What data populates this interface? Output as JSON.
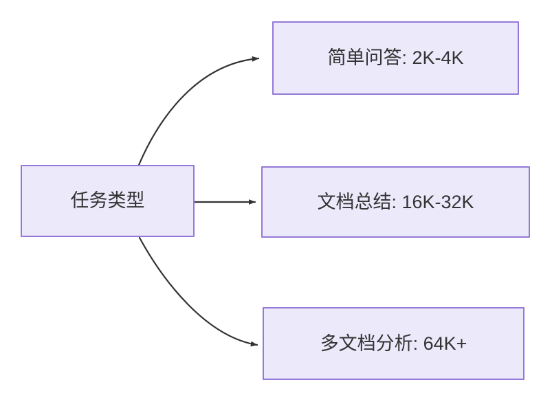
{
  "diagram": {
    "type": "flowchart",
    "direction": "left-to-right",
    "background_color": "#ffffff",
    "node_fill_color": "#ece9fb",
    "node_border_color": "#9579d8",
    "text_color": "#333333",
    "edge_color": "#333333",
    "root": {
      "id": "root",
      "label": "任务类型"
    },
    "branches": [
      {
        "id": "branch-0",
        "label": "简单问答: 2K-4K",
        "task": "简单问答",
        "context_range": "2K-4K",
        "edge_style": "curved-up",
        "arrowhead": "filled-triangle"
      },
      {
        "id": "branch-1",
        "label": "文档总结: 16K-32K",
        "task": "文档总结",
        "context_range": "16K-32K",
        "edge_style": "straight",
        "arrowhead": "filled-triangle"
      },
      {
        "id": "branch-2",
        "label": "多文档分析: 64K+",
        "task": "多文档分析",
        "context_range": "64K+",
        "edge_style": "curved-down",
        "arrowhead": "filled-triangle"
      }
    ]
  }
}
